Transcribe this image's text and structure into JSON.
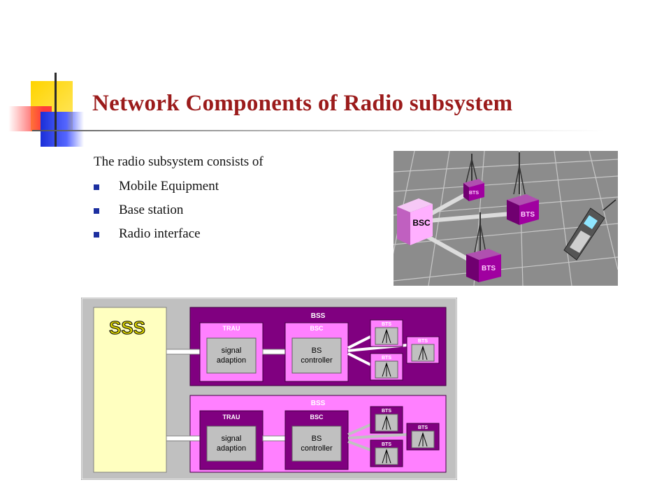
{
  "slide": {
    "title": "Network Components of Radio subsystem",
    "intro": "The radio subsystem consists of",
    "bullets": [
      "Mobile Equipment",
      "Base station",
      "Radio interface"
    ]
  },
  "network_figure": {
    "bsc_label": "BSC",
    "bts_labels": [
      "BTS",
      "BTS",
      "BTS"
    ]
  },
  "bss_diagram": {
    "sss_label": "SSS",
    "bss_label": "BSS",
    "trau_label": "TRAU",
    "trau_text_1": "signal",
    "trau_text_2": "adaption",
    "bsc_label": "BSC",
    "bsc_text_1": "BS",
    "bsc_text_2": "controller",
    "bts_label": "BTS"
  },
  "colors": {
    "title": "#9b1b1b",
    "bullet": "#1c2fa0",
    "bss_dark": "#800080",
    "bss_light": "#ff80ff",
    "sss_fill": "#ffffc0"
  }
}
